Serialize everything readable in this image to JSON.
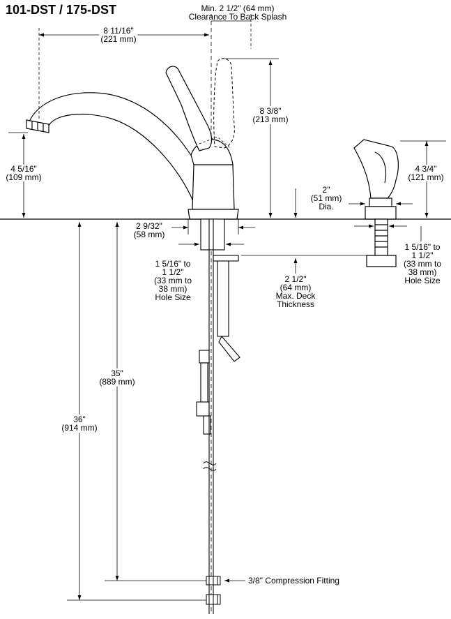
{
  "title": "101-DST / 175-DST",
  "dimensions": {
    "clearance": [
      "Min. 2 1/2\" (64 mm)",
      "Clearance To Back Splash"
    ],
    "spout_reach": [
      "8 11/16\"",
      "(221 mm)"
    ],
    "spout_height": [
      "4 5/16\"",
      "(109 mm)"
    ],
    "handle_height": [
      "8 3/8\"",
      "(213 mm)"
    ],
    "base_width": [
      "2 9/32\"",
      "(58 mm)"
    ],
    "faucet_hole": [
      "1 5/16\" to",
      "1 1/2\"",
      "(33 mm to",
      "38 mm)",
      "Hole Size"
    ],
    "spray_base_dia": [
      "2\"",
      "(51 mm)",
      "Dia."
    ],
    "spray_height": [
      "4 3/4\"",
      "(121 mm)"
    ],
    "deck_thickness": [
      "2 1/2\"",
      "(64 mm)",
      "Max. Deck",
      "Thickness"
    ],
    "spray_hole": [
      "1 5/16\" to",
      "1 1/2\"",
      "(33 mm to",
      "38 mm)",
      "Hole Size"
    ],
    "supply_length": [
      "35\"",
      "(889 mm)"
    ],
    "hose_length": [
      "36\"",
      "(914 mm)"
    ],
    "fitting": "3/8\" Compression Fitting"
  }
}
